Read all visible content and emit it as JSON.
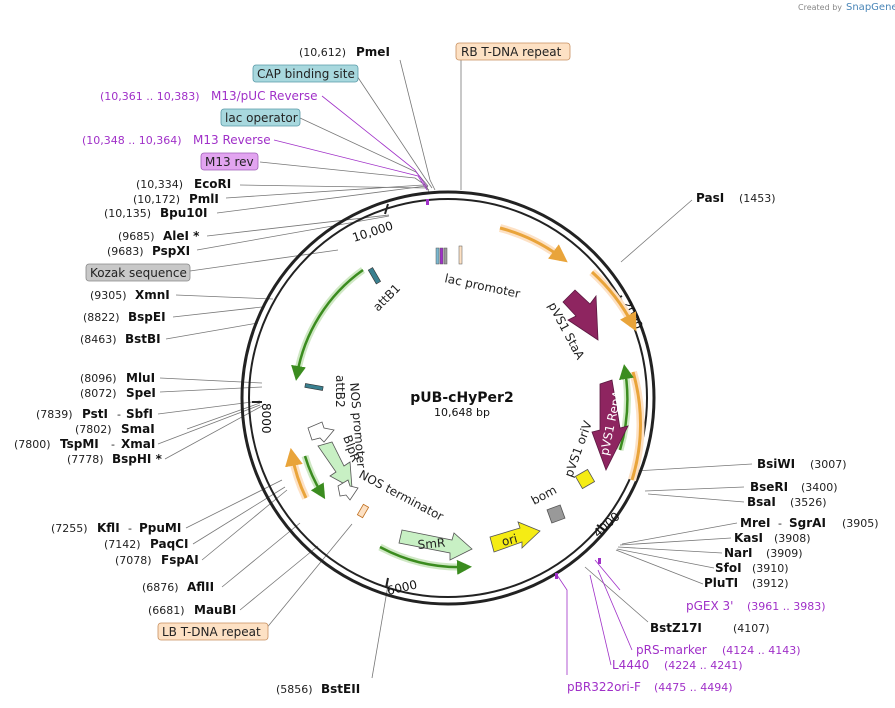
{
  "brand": {
    "created_by": "Created by",
    "name": "SnapGene"
  },
  "plasmid": {
    "name": "pUB-cHyPer2",
    "length": "10,648 bp"
  },
  "ticks": {
    "t2000": "2000",
    "t4000": "4000",
    "t6000": "6000",
    "t8000": "8000",
    "t10000": "10,000"
  },
  "boxed_features": {
    "rb": "RB T-DNA repeat",
    "cap": "CAP binding site",
    "lacop": "lac operator",
    "m13rev": "M13 rev",
    "kozak": "Kozak sequence",
    "lb": "LB T-DNA repeat"
  },
  "primers": {
    "m13puc": {
      "pos": "(10,361 .. 10,383)",
      "name": "M13/pUC Reverse"
    },
    "m13r": {
      "pos": "(10,348 .. 10,364)",
      "name": "M13 Reverse"
    },
    "pgex": {
      "name": "pGEX 3'",
      "pos": "(3961 .. 3983)"
    },
    "prs": {
      "name": "pRS-marker",
      "pos": "(4124 .. 4143)"
    },
    "l4440": {
      "name": "L4440",
      "pos": "(4224 .. 4241)"
    },
    "pbr": {
      "name": "pBR322ori-F",
      "pos": "(4475 .. 4494)"
    }
  },
  "sites": {
    "pmei": {
      "pos": "(10,612)",
      "name": "PmeI"
    },
    "ecori": {
      "pos": "(10,334)",
      "name": "EcoRI"
    },
    "pmli": {
      "pos": "(10,172)",
      "name": "PmlI"
    },
    "bpu10i": {
      "pos": "(10,135)",
      "name": "Bpu10I"
    },
    "alei": {
      "pos": "(9685)",
      "name": "AleI *"
    },
    "pspxi": {
      "pos": "(9683)",
      "name": "PspXI"
    },
    "xmni": {
      "pos": "(9305)",
      "name": "XmnI"
    },
    "bspei": {
      "pos": "(8822)",
      "name": "BspEI"
    },
    "bstbi": {
      "pos": "(8463)",
      "name": "BstBI"
    },
    "mlui": {
      "pos": "(8096)",
      "name": "MluI"
    },
    "spei": {
      "pos": "(8072)",
      "name": "SpeI"
    },
    "psti": {
      "pos": "(7839)",
      "name": "PstI",
      "sep": "-",
      "name2": "SbfI"
    },
    "smai": {
      "pos": "(7802)",
      "name": "SmaI"
    },
    "tspmi": {
      "pos": "(7800)",
      "name": "TspMI",
      "sep": "-",
      "name2": "XmaI"
    },
    "bsphi": {
      "pos": "(7778)",
      "name": "BspHI *"
    },
    "kfli": {
      "pos": "(7255)",
      "name": "KflI",
      "sep": "-",
      "name2": "PpuMI"
    },
    "paqci": {
      "pos": "(7142)",
      "name": "PaqCI"
    },
    "fspai": {
      "pos": "(7078)",
      "name": "FspAI"
    },
    "aflii": {
      "pos": "(6876)",
      "name": "AflII"
    },
    "maubi": {
      "pos": "(6681)",
      "name": "MauBI"
    },
    "bsteii": {
      "pos": "(5856)",
      "name": "BstEII"
    },
    "pasi": {
      "name": "PasI",
      "pos": "(1453)"
    },
    "bsiwi": {
      "name": "BsiWI",
      "pos": "(3007)"
    },
    "bseri": {
      "name": "BseRI",
      "pos": "(3400)"
    },
    "bsai": {
      "name": "BsaI",
      "pos": "(3526)"
    },
    "mrei": {
      "name": "MreI",
      "sep": "-",
      "name2": "SgrAI",
      "pos": "(3905)"
    },
    "kasi": {
      "name": "KasI",
      "pos": "(3908)"
    },
    "nari": {
      "name": "NarI",
      "pos": "(3909)"
    },
    "sfoi": {
      "name": "SfoI",
      "pos": "(3910)"
    },
    "pluti": {
      "name": "PluTI",
      "pos": "(3912)"
    },
    "bstz17i": {
      "name": "BstZ17I",
      "pos": "(4107)"
    }
  },
  "map_features": {
    "lacpromoter": "lac promoter",
    "attb1": "attB1",
    "attb2": "attB2",
    "nos_promoter": "NOS promoter",
    "blpr": "BlpR",
    "nos_terminator": "NOS terminator",
    "smr": "SmR",
    "ori": "ori",
    "bom": "bom",
    "pvs1_oriv": "pVS1 oriV",
    "pvs1_repa": "pVS1 RepA",
    "pvs1_staa": "pVS1 StaA"
  },
  "colors": {
    "orange": "#e9a43a",
    "green": "#3b8c1f",
    "magenta": "#8e2560",
    "yellow": "#f5ec14",
    "primer": "#a030c8",
    "cap_box": "#a8d8de",
    "m13_box": "#e2a4f0",
    "kozak_box": "#c8c8c8",
    "tdna_box": "#fde1c4"
  }
}
